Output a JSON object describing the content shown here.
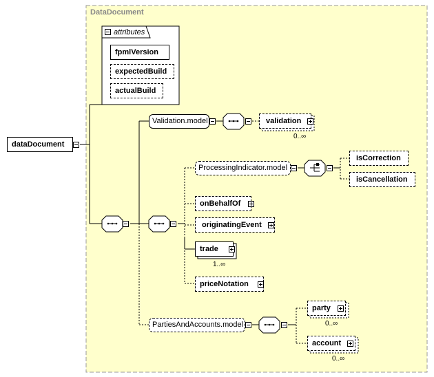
{
  "root": {
    "label": "dataDocument"
  },
  "complex_type": {
    "title": "DataDocument"
  },
  "attributes": {
    "header": "attributes",
    "items": [
      "fpmlVersion",
      "expectedBuild",
      "actualBuild"
    ]
  },
  "groups": {
    "validation_model": "Validation.model",
    "processing_indicator_model": "ProcessingIndicator.model",
    "parties_and_accounts_model": "PartiesAndAccounts.model"
  },
  "elements": {
    "validation": "validation",
    "is_correction": "isCorrection",
    "is_cancellation": "isCancellation",
    "on_behalf_of": "onBehalfOf",
    "originating_event": "originatingEvent",
    "trade": "trade",
    "price_notation": "priceNotation",
    "party": "party",
    "account": "account"
  },
  "occurrences": {
    "validation": "0..∞",
    "trade": "1..∞",
    "party": "0..∞",
    "account": "0..∞"
  },
  "colors": {
    "background": "#ffffff",
    "complex_fill": "#ffffcc",
    "frame_border": "#999999",
    "title_text": "#888888",
    "line": "#000000"
  }
}
